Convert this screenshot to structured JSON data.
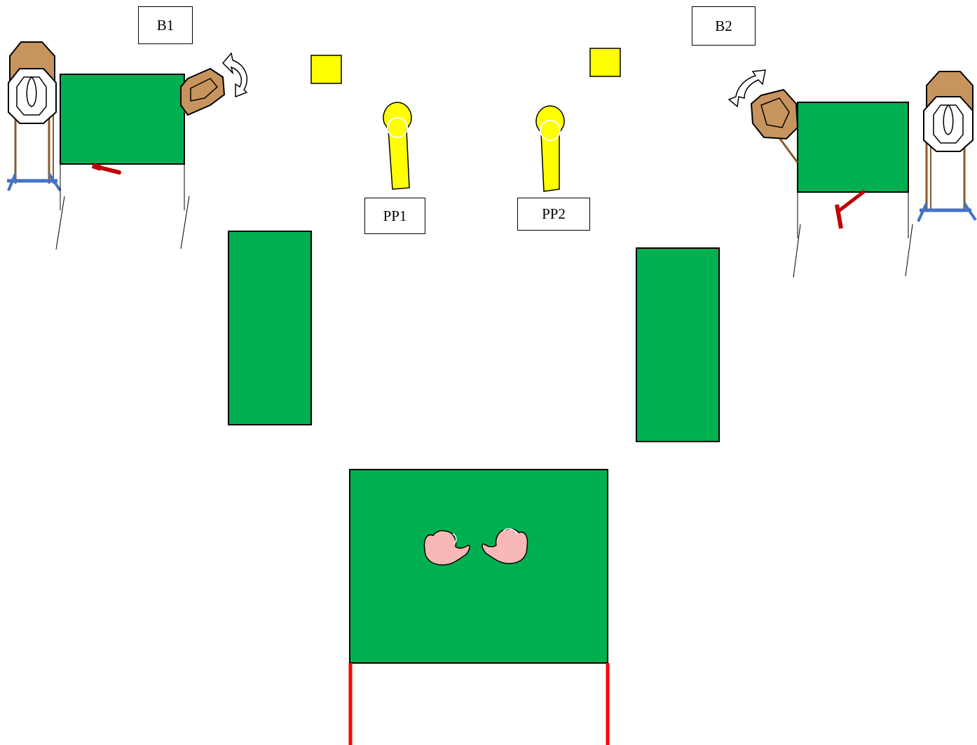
{
  "labels": {
    "b1": "B1",
    "b2": "B2",
    "pp1": "PP1",
    "pp2": "PP2"
  },
  "colors": {
    "barrier_green": "#00b050",
    "popper_yellow": "#ffff00",
    "target_tan": "#c8945e",
    "target_white": "#ffffff",
    "hands_pink": "#f8b8b8",
    "fault_line_red": "#ff0000",
    "stand_blue": "#4472c4",
    "lever_red": "#c00000"
  },
  "icons": [
    "paper-target-icon",
    "tan-target-icon",
    "rotate-arrow-icon",
    "popper-icon",
    "plate-icon",
    "hands-icon",
    "lever-icon"
  ]
}
